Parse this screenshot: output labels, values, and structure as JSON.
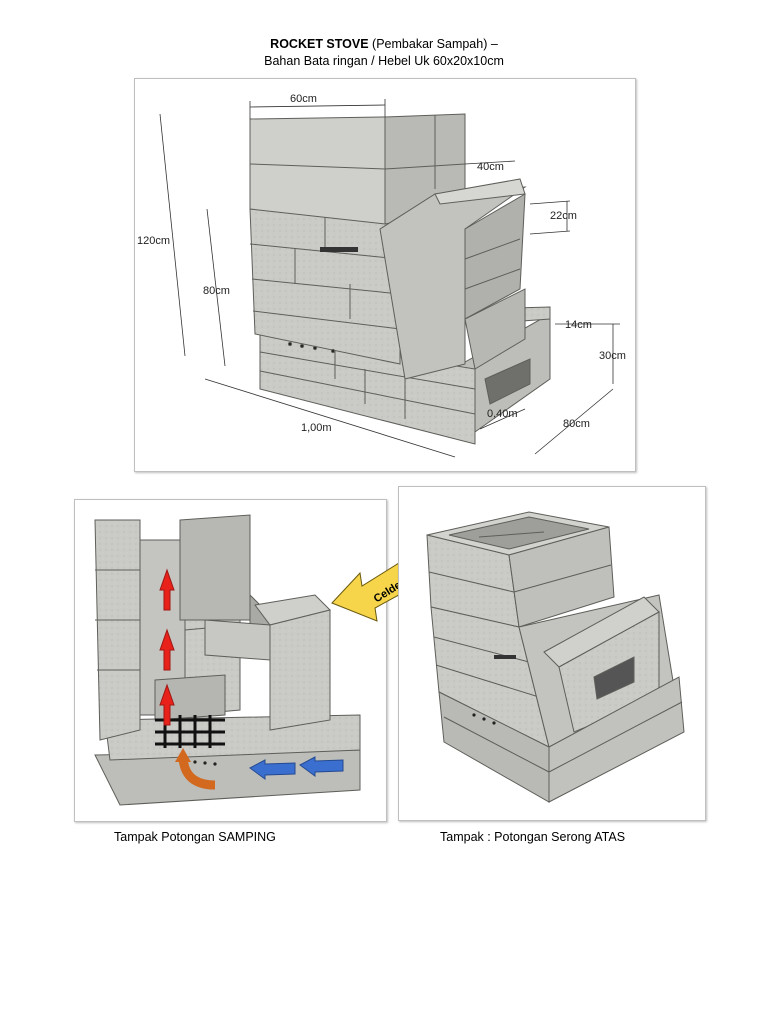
{
  "title": {
    "bold": "ROCKET STOVE",
    "rest": " (Pembakar Sampah) –",
    "line2": "Bahan Bata ringan / Hebel Uk 60x20x10cm"
  },
  "dimensions": {
    "top_width": "60cm",
    "total_height": "120cm",
    "mid_height": "80cm",
    "inlet_width": "40cm",
    "inlet_height": "22cm",
    "base_step": "14cm",
    "base_height": "30cm",
    "length": "1,00m",
    "opening": "0,40m",
    "depth": "80cm"
  },
  "callout": "Celdeck IN",
  "captions": {
    "side": "Tampak Potongan SAMPING",
    "top": "Tampak : Potongan Serong ATAS"
  },
  "colors": {
    "brick": "#c9c9c6",
    "brick_dark": "#a9a9a5",
    "brick_line": "#6e6e6a",
    "arrow_red": "#e8221b",
    "arrow_blue": "#3a6fd0",
    "arrow_orange": "#d2691e",
    "callout_fill": "#f6d54a"
  }
}
